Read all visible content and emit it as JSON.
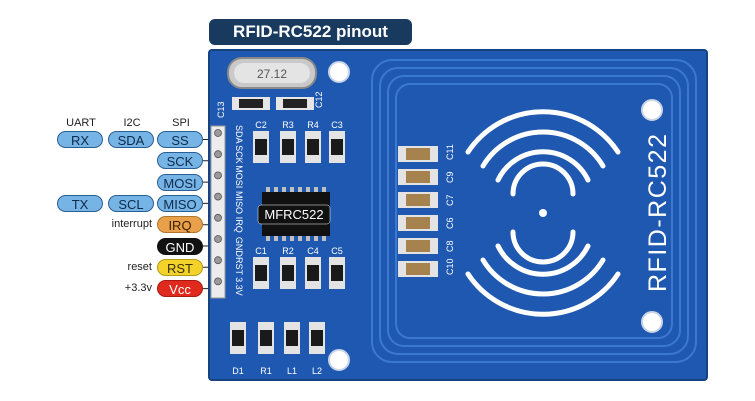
{
  "title": "RFID-RC522 pinout",
  "protocol_headers": [
    "UART",
    "I2C",
    "SPI"
  ],
  "pins": [
    {
      "spi": "SS",
      "i2c": "SDA",
      "uart": "RX",
      "side": "",
      "style": "blue"
    },
    {
      "spi": "SCK",
      "i2c": "",
      "uart": "",
      "side": "",
      "style": "blue"
    },
    {
      "spi": "MOSI",
      "i2c": "",
      "uart": "",
      "side": "",
      "style": "blue"
    },
    {
      "spi": "MISO",
      "i2c": "SCL",
      "uart": "TX",
      "side": "",
      "style": "blue"
    },
    {
      "spi": "IRQ",
      "i2c": "",
      "uart": "",
      "side": "interrupt",
      "style": "orange"
    },
    {
      "spi": "GND",
      "i2c": "",
      "uart": "",
      "side": "",
      "style": "black"
    },
    {
      "spi": "RST",
      "i2c": "",
      "uart": "",
      "side": "reset",
      "style": "yellow"
    },
    {
      "spi": "Vcc",
      "i2c": "",
      "uart": "",
      "side": "+3.3v",
      "style": "red"
    }
  ],
  "board": {
    "pin_silkscreen": [
      "SDA",
      "SCK",
      "MOSI",
      "MISO",
      "IRQ",
      "GND",
      "RST",
      "3.3V"
    ],
    "chip_label": "MFRC522",
    "board_name": "RFID-RC522",
    "crystal_label": "27.12",
    "component_labels": {
      "top": [
        "C2",
        "R3",
        "R4",
        "C3"
      ],
      "mid": [
        "C1",
        "R2",
        "C4",
        "C5"
      ],
      "bottom": [
        "D1",
        "R1",
        "L1",
        "L2"
      ],
      "c13": "C13",
      "c12": "C12",
      "right_caps": [
        "C11",
        "C9",
        "C7",
        "C6",
        "C8",
        "C10"
      ]
    },
    "colors": {
      "pcb": "#1f58b0",
      "pcb_dark": "#1a4a96",
      "trace": "#3b78d0",
      "silk": "#ffffff"
    }
  }
}
